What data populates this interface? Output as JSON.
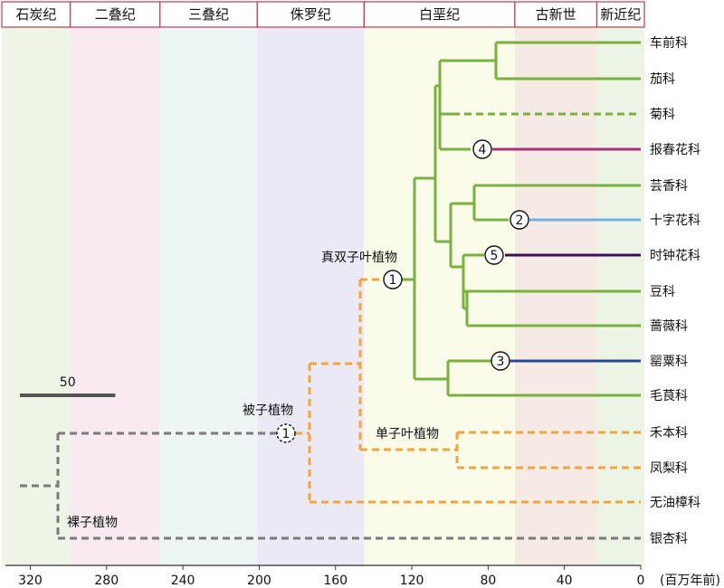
{
  "axis": {
    "ticks": [
      320,
      280,
      240,
      200,
      160,
      120,
      80,
      40,
      0
    ],
    "unit_label": "(百万年前)",
    "scale_bar_label": "50",
    "scale_bar_value": 50,
    "domain": [
      340,
      0
    ]
  },
  "periods": [
    {
      "name": "石炭纪",
      "start": 340,
      "end": 299,
      "color": "#eef4e6"
    },
    {
      "name": "二叠纪",
      "start": 299,
      "end": 252,
      "color": "#f8eaf0"
    },
    {
      "name": "三叠纪",
      "start": 252,
      "end": 201,
      "color": "#eef6f5"
    },
    {
      "name": "侏罗纪",
      "start": 201,
      "end": 145,
      "color": "#ebe9f6"
    },
    {
      "name": "白垩纪",
      "start": 145,
      "end": 66,
      "color": "#fbfbe9"
    },
    {
      "name": "古新世",
      "start": 66,
      "end": 23,
      "color": "#f5ebe4"
    },
    {
      "name": "新近纪",
      "start": 23,
      "end": 0,
      "color": "#ecf4e6"
    }
  ],
  "colors": {
    "eudicot": "#78b23c",
    "angiosperm": "#f0a63c",
    "gymno": "#7a7a7a",
    "frame": "#c0394f"
  },
  "taxa": [
    "车前科",
    "茄科",
    "菊科",
    "报春花科",
    "芸香科",
    "十字花科",
    "时钟花科",
    "豆科",
    "蔷薇科",
    "罂粟科",
    "毛茛科",
    "禾本科",
    "凤梨科",
    "无油樟科",
    "银杏科"
  ],
  "clade_labels": {
    "eudicots": "真双子叶植物",
    "angiosperms": "被子植物",
    "monocots": "单子叶植物",
    "gymnosperms": "裸子植物"
  },
  "markers": {
    "m1": "1",
    "m1b": "1",
    "m2": "2",
    "m3": "3",
    "m4": "4",
    "m5": "5"
  }
}
